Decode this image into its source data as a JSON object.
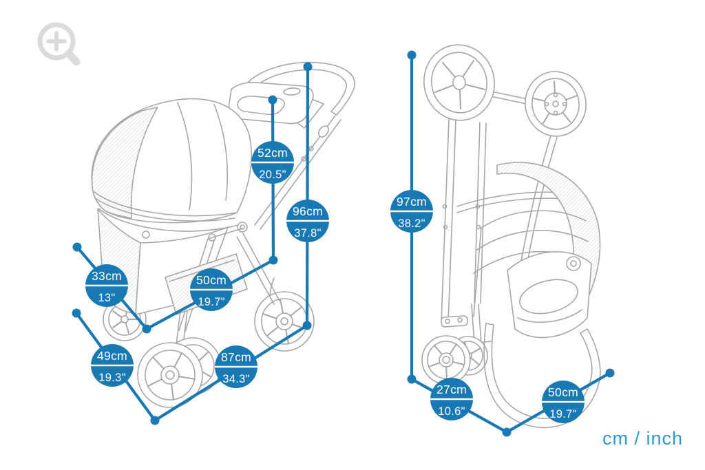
{
  "meta": {
    "unit_label": "cm / inch"
  },
  "colors": {
    "accent": "#1879b3",
    "accent_light": "#2f9ad2",
    "sketch": "#a6a6a6"
  },
  "icons": [
    {
      "name": "zoom-in-icon"
    }
  ],
  "views": {
    "open": {
      "measurements": [
        {
          "cm": "52cm",
          "inch": "20.5\""
        },
        {
          "cm": "96cm",
          "inch": "37.8\""
        },
        {
          "cm": "33cm",
          "inch": "13\""
        },
        {
          "cm": "50cm",
          "inch": "19.7\""
        },
        {
          "cm": "49cm",
          "inch": "19.3\""
        },
        {
          "cm": "87cm",
          "inch": "34.3\""
        }
      ]
    },
    "folded": {
      "measurements": [
        {
          "cm": "97cm",
          "inch": "38.2\""
        },
        {
          "cm": "27cm",
          "inch": "10.6\""
        },
        {
          "cm": "50cm",
          "inch": "19.7\""
        }
      ]
    }
  }
}
